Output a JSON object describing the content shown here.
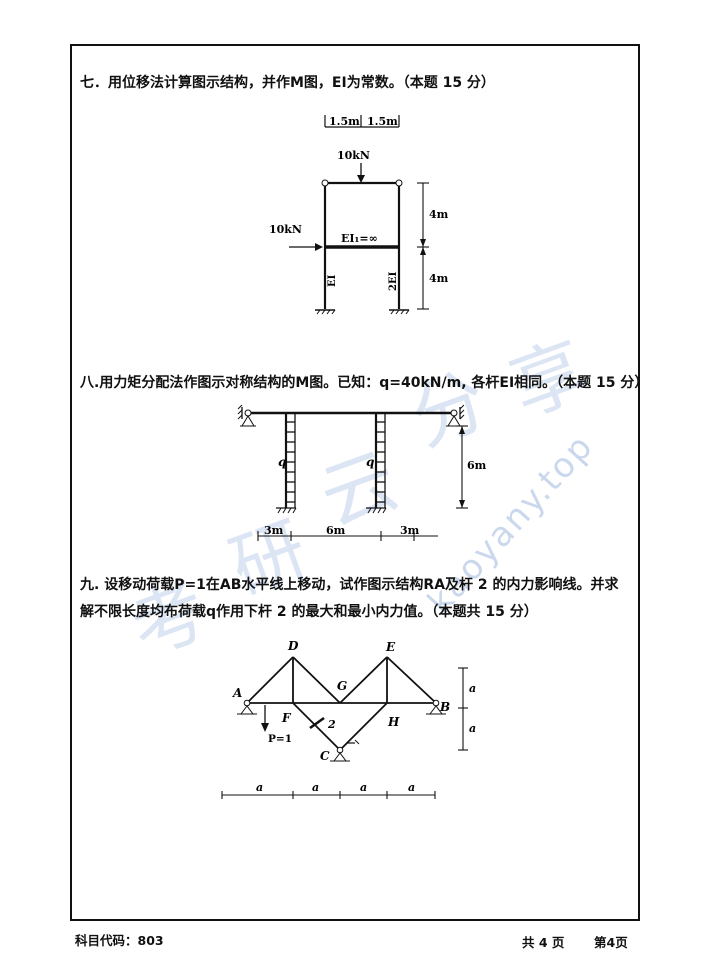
{
  "q7": {
    "text": "七．用位移法计算图示结构，并作M图，EI为常数。（本题 15 分）",
    "dim_left": "1.5m",
    "dim_right": "1.5m",
    "top_load": "10kN",
    "side_load": "10kN",
    "beam_label": "EI₁=∞",
    "h_upper": "4m",
    "h_lower": "4m",
    "left_col": "EI",
    "right_col": "2EI"
  },
  "q8": {
    "text": "八.用力矩分配法作图示对称结构的M图。已知：q=40kN/m, 各杆EI相同。（本题 15 分）",
    "q_left": "q",
    "q_right": "q",
    "height": "6m",
    "span1": "3m",
    "span2": "6m",
    "span3": "3m"
  },
  "q9": {
    "line1": "九. 设移动荷载P=1在AB水平线上移动，试作图示结构RA及杆 2 的内力影响线。并求",
    "line2": "解不限长度均布荷载q作用下杆 2 的最大和最小内力值。（本题共 15 分）",
    "A": "A",
    "B": "B",
    "C": "C",
    "D": "D",
    "E": "E",
    "F": "F",
    "G": "G",
    "H": "H",
    "bar2": "2",
    "load": "P=1",
    "a_v1": "a",
    "a_v2": "a",
    "a_h1": "a",
    "a_h2": "a",
    "a_h3": "a",
    "a_h4": "a"
  },
  "footer": {
    "code": "科目代码：803",
    "total": "共 4 页",
    "page": "第4页"
  },
  "watermark": {
    "url": "kaoyany.top",
    "glyph1": "考",
    "glyph2": "研",
    "glyph3": "云",
    "glyph4": "分",
    "glyph5": "享"
  }
}
